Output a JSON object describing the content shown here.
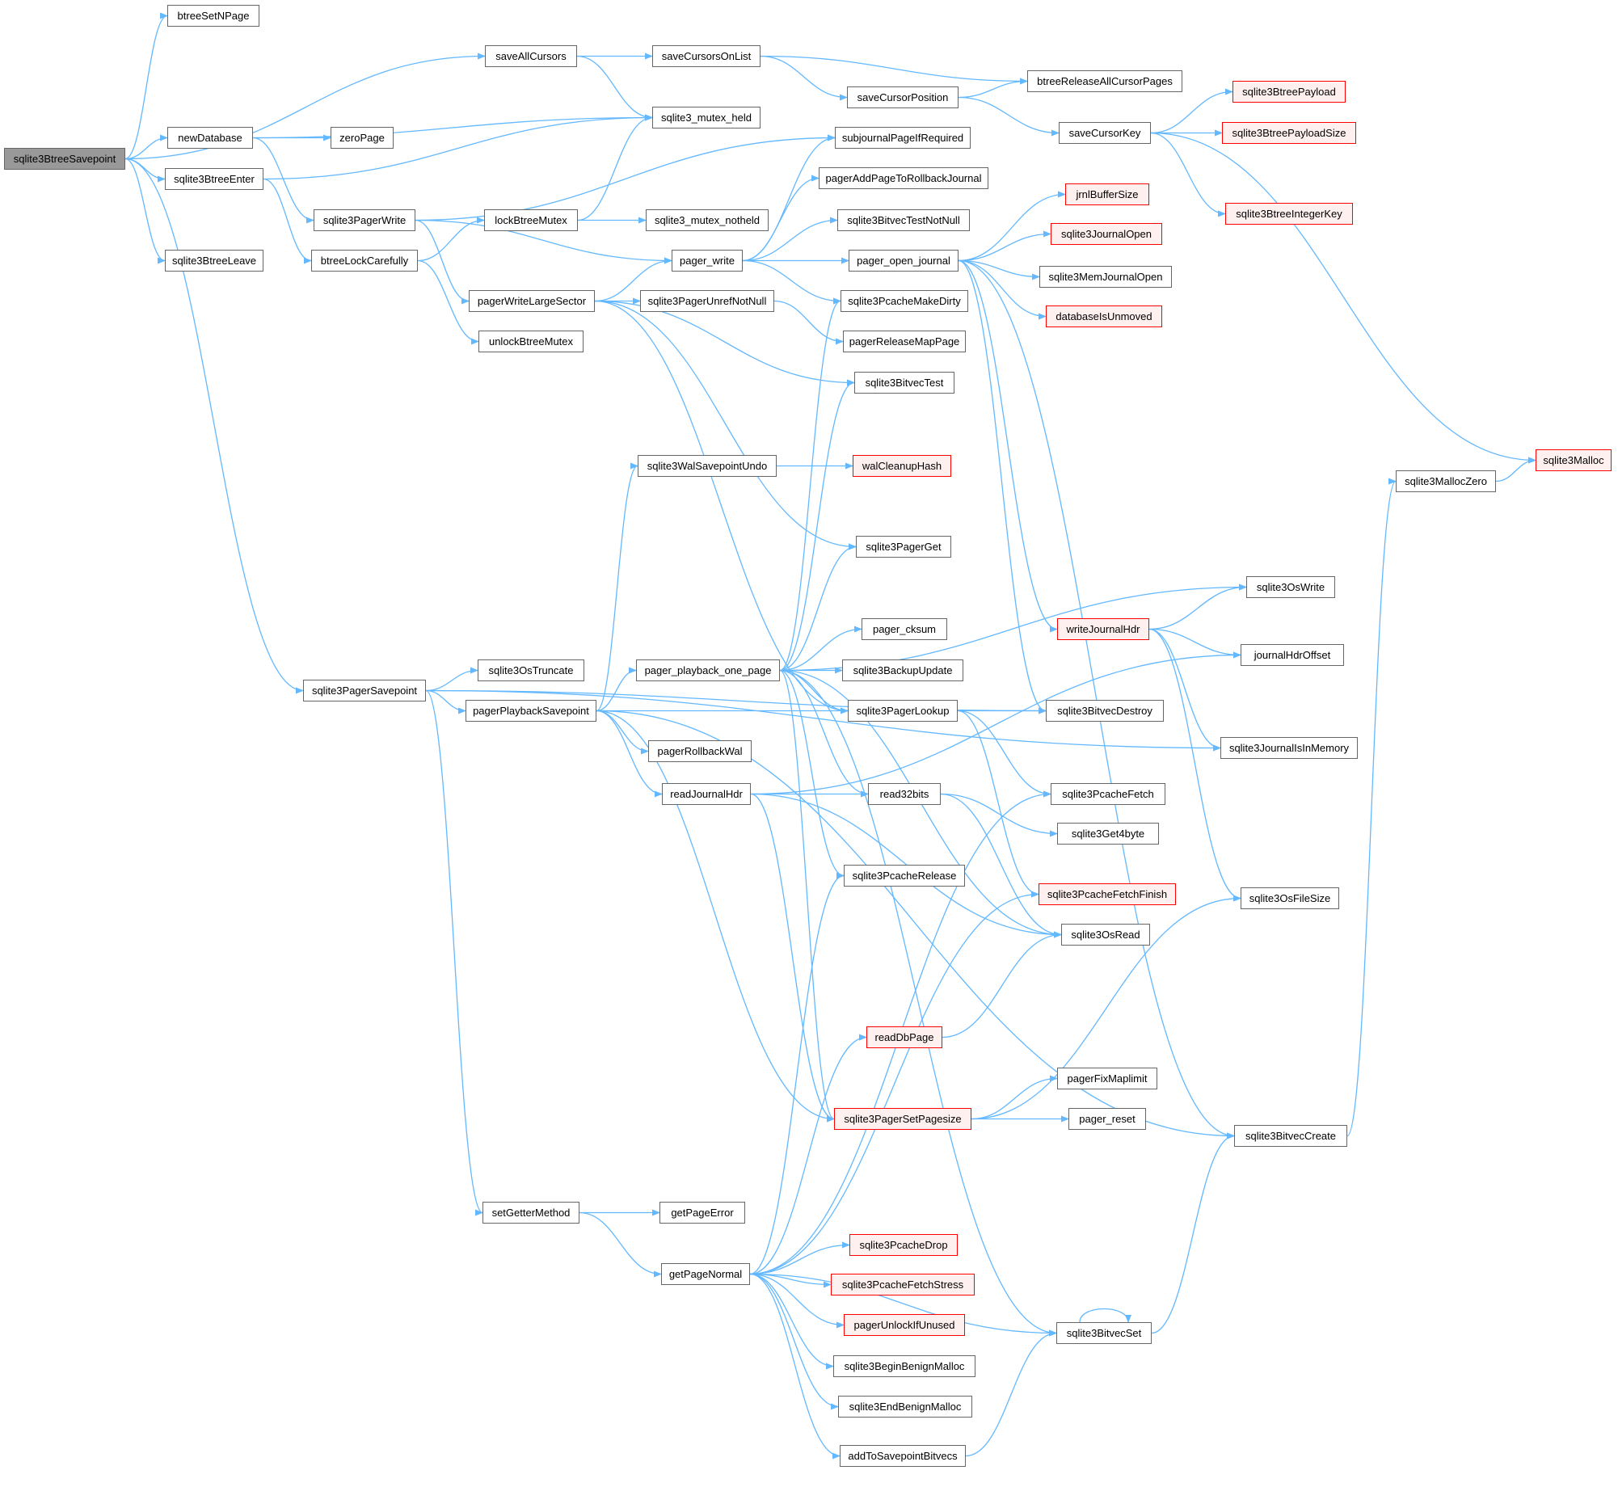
{
  "diagram": {
    "type": "call-graph",
    "colors": {
      "edge": "#63b8ff",
      "node_border": "#666666",
      "red_border": "#ff0000",
      "root_fill": "#999999"
    },
    "nodes": [
      {
        "id": "sqlite3BtreeSavepoint",
        "label": "sqlite3BtreeSavepoint",
        "root": true
      },
      {
        "id": "btreeSetNPage",
        "label": "btreeSetNPage"
      },
      {
        "id": "saveAllCursors",
        "label": "saveAllCursors"
      },
      {
        "id": "newDatabase",
        "label": "newDatabase"
      },
      {
        "id": "sqlite3BtreeEnter",
        "label": "sqlite3BtreeEnter"
      },
      {
        "id": "sqlite3BtreeLeave",
        "label": "sqlite3BtreeLeave"
      },
      {
        "id": "sqlite3PagerSavepoint",
        "label": "sqlite3PagerSavepoint"
      },
      {
        "id": "saveCursorsOnList",
        "label": "saveCursorsOnList"
      },
      {
        "id": "sqlite3_mutex_held",
        "label": "sqlite3_mutex_held"
      },
      {
        "id": "zeroPage",
        "label": "zeroPage"
      },
      {
        "id": "sqlite3PagerWrite",
        "label": "sqlite3PagerWrite"
      },
      {
        "id": "btreeLockCarefully",
        "label": "btreeLockCarefully"
      },
      {
        "id": "lockBtreeMutex",
        "label": "lockBtreeMutex"
      },
      {
        "id": "unlockBtreeMutex",
        "label": "unlockBtreeMutex"
      },
      {
        "id": "pagerWriteLargeSector",
        "label": "pagerWriteLargeSector"
      },
      {
        "id": "sqlite3_mutex_notheld",
        "label": "sqlite3_mutex_notheld"
      },
      {
        "id": "pager_write",
        "label": "pager_write"
      },
      {
        "id": "sqlite3PagerUnrefNotNull",
        "label": "sqlite3PagerUnrefNotNull"
      },
      {
        "id": "btreeReleaseAllCursorPages",
        "label": "btreeReleaseAllCursorPages"
      },
      {
        "id": "saveCursorPosition",
        "label": "saveCursorPosition"
      },
      {
        "id": "saveCursorKey",
        "label": "saveCursorKey"
      },
      {
        "id": "subjournalPageIfRequired",
        "label": "subjournalPageIfRequired"
      },
      {
        "id": "pagerAddPageToRollbackJournal",
        "label": "pagerAddPageToRollbackJournal"
      },
      {
        "id": "sqlite3BitvecTestNotNull",
        "label": "sqlite3BitvecTestNotNull"
      },
      {
        "id": "pager_open_journal",
        "label": "pager_open_journal"
      },
      {
        "id": "sqlite3PcacheMakeDirty",
        "label": "sqlite3PcacheMakeDirty"
      },
      {
        "id": "pagerReleaseMapPage",
        "label": "pagerReleaseMapPage"
      },
      {
        "id": "sqlite3BitvecTest",
        "label": "sqlite3BitvecTest"
      },
      {
        "id": "sqlite3BtreePayload",
        "label": "sqlite3BtreePayload",
        "red": true
      },
      {
        "id": "sqlite3BtreePayloadSize",
        "label": "sqlite3BtreePayloadSize",
        "red": true
      },
      {
        "id": "sqlite3BtreeIntegerKey",
        "label": "sqlite3BtreeIntegerKey",
        "red": true
      },
      {
        "id": "jrnlBufferSize",
        "label": "jrnlBufferSize",
        "red": true
      },
      {
        "id": "sqlite3JournalOpen",
        "label": "sqlite3JournalOpen",
        "red": true
      },
      {
        "id": "sqlite3MemJournalOpen",
        "label": "sqlite3MemJournalOpen"
      },
      {
        "id": "databaseIsUnmoved",
        "label": "databaseIsUnmoved",
        "red": true
      },
      {
        "id": "sqlite3WalSavepointUndo",
        "label": "sqlite3WalSavepointUndo"
      },
      {
        "id": "walCleanupHash",
        "label": "walCleanupHash",
        "red": true
      },
      {
        "id": "sqlite3MallocZero",
        "label": "sqlite3MallocZero"
      },
      {
        "id": "sqlite3Malloc",
        "label": "sqlite3Malloc",
        "red": true
      },
      {
        "id": "sqlite3PagerGet",
        "label": "sqlite3PagerGet"
      },
      {
        "id": "sqlite3OsWrite",
        "label": "sqlite3OsWrite"
      },
      {
        "id": "writeJournalHdr",
        "label": "writeJournalHdr",
        "red": true
      },
      {
        "id": "pager_cksum",
        "label": "pager_cksum"
      },
      {
        "id": "journalHdrOffset",
        "label": "journalHdrOffset"
      },
      {
        "id": "sqlite3OsTruncate",
        "label": "sqlite3OsTruncate"
      },
      {
        "id": "pager_playback_one_page",
        "label": "pager_playback_one_page"
      },
      {
        "id": "sqlite3BackupUpdate",
        "label": "sqlite3BackupUpdate"
      },
      {
        "id": "pagerPlaybackSavepoint",
        "label": "pagerPlaybackSavepoint"
      },
      {
        "id": "sqlite3PagerLookup",
        "label": "sqlite3PagerLookup"
      },
      {
        "id": "sqlite3BitvecDestroy",
        "label": "sqlite3BitvecDestroy"
      },
      {
        "id": "pagerRollbackWal",
        "label": "pagerRollbackWal"
      },
      {
        "id": "sqlite3JournalIsInMemory",
        "label": "sqlite3JournalIsInMemory"
      },
      {
        "id": "readJournalHdr",
        "label": "readJournalHdr"
      },
      {
        "id": "read32bits",
        "label": "read32bits"
      },
      {
        "id": "sqlite3PcacheFetch",
        "label": "sqlite3PcacheFetch"
      },
      {
        "id": "sqlite3Get4byte",
        "label": "sqlite3Get4byte"
      },
      {
        "id": "sqlite3PcacheRelease",
        "label": "sqlite3PcacheRelease"
      },
      {
        "id": "sqlite3PcacheFetchFinish",
        "label": "sqlite3PcacheFetchFinish",
        "red": true
      },
      {
        "id": "sqlite3OsFileSize",
        "label": "sqlite3OsFileSize"
      },
      {
        "id": "sqlite3OsRead",
        "label": "sqlite3OsRead"
      },
      {
        "id": "readDbPage",
        "label": "readDbPage",
        "red": true
      },
      {
        "id": "pagerFixMaplimit",
        "label": "pagerFixMaplimit"
      },
      {
        "id": "sqlite3PagerSetPagesize",
        "label": "sqlite3PagerSetPagesize",
        "red": true
      },
      {
        "id": "pager_reset",
        "label": "pager_reset"
      },
      {
        "id": "sqlite3BitvecCreate",
        "label": "sqlite3BitvecCreate"
      },
      {
        "id": "setGetterMethod",
        "label": "setGetterMethod"
      },
      {
        "id": "getPageError",
        "label": "getPageError"
      },
      {
        "id": "sqlite3PcacheDrop",
        "label": "sqlite3PcacheDrop",
        "red": true
      },
      {
        "id": "getPageNormal",
        "label": "getPageNormal"
      },
      {
        "id": "sqlite3PcacheFetchStress",
        "label": "sqlite3PcacheFetchStress",
        "red": true
      },
      {
        "id": "pagerUnlockIfUnused",
        "label": "pagerUnlockIfUnused",
        "red": true
      },
      {
        "id": "sqlite3BitvecSet",
        "label": "sqlite3BitvecSet"
      },
      {
        "id": "sqlite3BeginBenignMalloc",
        "label": "sqlite3BeginBenignMalloc"
      },
      {
        "id": "sqlite3EndBenignMalloc",
        "label": "sqlite3EndBenignMalloc"
      },
      {
        "id": "addToSavepointBitvecs",
        "label": "addToSavepointBitvecs"
      }
    ],
    "edges": [
      [
        "sqlite3BtreeSavepoint",
        "btreeSetNPage"
      ],
      [
        "sqlite3BtreeSavepoint",
        "saveAllCursors"
      ],
      [
        "sqlite3BtreeSavepoint",
        "newDatabase"
      ],
      [
        "sqlite3BtreeSavepoint",
        "sqlite3BtreeEnter"
      ],
      [
        "sqlite3BtreeSavepoint",
        "sqlite3BtreeLeave"
      ],
      [
        "sqlite3BtreeSavepoint",
        "sqlite3PagerSavepoint"
      ],
      [
        "saveAllCursors",
        "saveCursorsOnList"
      ],
      [
        "saveAllCursors",
        "sqlite3_mutex_held"
      ],
      [
        "newDatabase",
        "sqlite3_mutex_held"
      ],
      [
        "newDatabase",
        "zeroPage"
      ],
      [
        "newDatabase",
        "sqlite3PagerWrite"
      ],
      [
        "sqlite3BtreeEnter",
        "sqlite3_mutex_held"
      ],
      [
        "sqlite3BtreeEnter",
        "btreeLockCarefully"
      ],
      [
        "btreeLockCarefully",
        "lockBtreeMutex"
      ],
      [
        "btreeLockCarefully",
        "unlockBtreeMutex"
      ],
      [
        "lockBtreeMutex",
        "sqlite3_mutex_held"
      ],
      [
        "lockBtreeMutex",
        "sqlite3_mutex_notheld"
      ],
      [
        "sqlite3PagerWrite",
        "subjournalPageIfRequired"
      ],
      [
        "sqlite3PagerWrite",
        "pager_write"
      ],
      [
        "sqlite3PagerWrite",
        "pagerWriteLargeSector"
      ],
      [
        "saveCursorsOnList",
        "btreeReleaseAllCursorPages"
      ],
      [
        "saveCursorsOnList",
        "saveCursorPosition"
      ],
      [
        "saveCursorPosition",
        "btreeReleaseAllCursorPages"
      ],
      [
        "saveCursorPosition",
        "saveCursorKey"
      ],
      [
        "saveCursorKey",
        "sqlite3BtreePayload"
      ],
      [
        "saveCursorKey",
        "sqlite3BtreePayloadSize"
      ],
      [
        "saveCursorKey",
        "sqlite3BtreeIntegerKey"
      ],
      [
        "saveCursorKey",
        "sqlite3Malloc"
      ],
      [
        "pagerWriteLargeSector",
        "pager_write"
      ],
      [
        "pagerWriteLargeSector",
        "sqlite3PagerUnrefNotNull"
      ],
      [
        "pagerWriteLargeSector",
        "sqlite3BitvecTest"
      ],
      [
        "pagerWriteLargeSector",
        "sqlite3PagerGet"
      ],
      [
        "pagerWriteLargeSector",
        "sqlite3PagerLookup"
      ],
      [
        "sqlite3PagerUnrefNotNull",
        "pagerReleaseMapPage"
      ],
      [
        "pager_write",
        "subjournalPageIfRequired"
      ],
      [
        "pager_write",
        "pagerAddPageToRollbackJournal"
      ],
      [
        "pager_write",
        "sqlite3BitvecTestNotNull"
      ],
      [
        "pager_write",
        "pager_open_journal"
      ],
      [
        "pager_write",
        "sqlite3PcacheMakeDirty"
      ],
      [
        "pager_open_journal",
        "jrnlBufferSize"
      ],
      [
        "pager_open_journal",
        "sqlite3JournalOpen"
      ],
      [
        "pager_open_journal",
        "sqlite3MemJournalOpen"
      ],
      [
        "pager_open_journal",
        "databaseIsUnmoved"
      ],
      [
        "pager_open_journal",
        "writeJournalHdr"
      ],
      [
        "pager_open_journal",
        "sqlite3BitvecDestroy"
      ],
      [
        "pager_open_journal",
        "sqlite3BitvecCreate"
      ],
      [
        "writeJournalHdr",
        "sqlite3OsWrite"
      ],
      [
        "writeJournalHdr",
        "journalHdrOffset"
      ],
      [
        "writeJournalHdr",
        "sqlite3JournalIsInMemory"
      ],
      [
        "writeJournalHdr",
        "sqlite3OsFileSize"
      ],
      [
        "sqlite3MallocZero",
        "sqlite3Malloc"
      ],
      [
        "sqlite3BitvecCreate",
        "sqlite3MallocZero"
      ],
      [
        "sqlite3PagerSavepoint",
        "sqlite3OsTruncate"
      ],
      [
        "sqlite3PagerSavepoint",
        "pagerPlaybackSavepoint"
      ],
      [
        "sqlite3PagerSavepoint",
        "sqlite3BitvecDestroy"
      ],
      [
        "sqlite3PagerSavepoint",
        "sqlite3JournalIsInMemory"
      ],
      [
        "sqlite3PagerSavepoint",
        "setGetterMethod"
      ],
      [
        "pagerPlaybackSavepoint",
        "pager_playback_one_page"
      ],
      [
        "pagerPlaybackSavepoint",
        "sqlite3WalSavepointUndo"
      ],
      [
        "pagerPlaybackSavepoint",
        "sqlite3BitvecDestroy"
      ],
      [
        "pagerPlaybackSavepoint",
        "pagerRollbackWal"
      ],
      [
        "pagerPlaybackSavepoint",
        "readJournalHdr"
      ],
      [
        "pagerPlaybackSavepoint",
        "sqlite3BitvecCreate"
      ],
      [
        "pagerPlaybackSavepoint",
        "sqlite3PagerSetPagesize"
      ],
      [
        "sqlite3WalSavepointUndo",
        "walCleanupHash"
      ],
      [
        "pager_playback_one_page",
        "sqlite3PagerGet"
      ],
      [
        "pager_playback_one_page",
        "sqlite3OsWrite"
      ],
      [
        "pager_playback_one_page",
        "pager_cksum"
      ],
      [
        "pager_playback_one_page",
        "sqlite3BackupUpdate"
      ],
      [
        "pager_playback_one_page",
        "sqlite3PagerLookup"
      ],
      [
        "pager_playback_one_page",
        "read32bits"
      ],
      [
        "pager_playback_one_page",
        "sqlite3PcacheRelease"
      ],
      [
        "pager_playback_one_page",
        "sqlite3OsRead"
      ],
      [
        "pager_playback_one_page",
        "sqlite3PcacheMakeDirty"
      ],
      [
        "pager_playback_one_page",
        "sqlite3BitvecTest"
      ],
      [
        "pager_playback_one_page",
        "sqlite3BitvecSet"
      ],
      [
        "pager_playback_one_page",
        "sqlite3PagerSetPagesize"
      ],
      [
        "readJournalHdr",
        "journalHdrOffset"
      ],
      [
        "readJournalHdr",
        "read32bits"
      ],
      [
        "readJournalHdr",
        "sqlite3OsRead"
      ],
      [
        "readJournalHdr",
        "sqlite3PagerSetPagesize"
      ],
      [
        "read32bits",
        "sqlite3Get4byte"
      ],
      [
        "read32bits",
        "sqlite3OsRead"
      ],
      [
        "sqlite3PagerLookup",
        "sqlite3PcacheFetch"
      ],
      [
        "sqlite3PagerLookup",
        "sqlite3PcacheFetchFinish"
      ],
      [
        "readDbPage",
        "sqlite3OsRead"
      ],
      [
        "sqlite3PagerSetPagesize",
        "pagerFixMaplimit"
      ],
      [
        "sqlite3PagerSetPagesize",
        "pager_reset"
      ],
      [
        "sqlite3PagerSetPagesize",
        "sqlite3OsFileSize"
      ],
      [
        "setGetterMethod",
        "getPageError"
      ],
      [
        "setGetterMethod",
        "getPageNormal"
      ],
      [
        "getPageNormal",
        "sqlite3PcacheDrop"
      ],
      [
        "getPageNormal",
        "sqlite3PcacheFetchStress"
      ],
      [
        "getPageNormal",
        "pagerUnlockIfUnused"
      ],
      [
        "getPageNormal",
        "sqlite3BeginBenignMalloc"
      ],
      [
        "getPageNormal",
        "sqlite3EndBenignMalloc"
      ],
      [
        "getPageNormal",
        "addToSavepointBitvecs"
      ],
      [
        "getPageNormal",
        "sqlite3BitvecSet"
      ],
      [
        "getPageNormal",
        "readDbPage"
      ],
      [
        "getPageNormal",
        "sqlite3PcacheFetch"
      ],
      [
        "getPageNormal",
        "sqlite3PcacheFetchFinish"
      ],
      [
        "getPageNormal",
        "sqlite3PcacheRelease"
      ],
      [
        "addToSavepointBitvecs",
        "sqlite3BitvecSet"
      ],
      [
        "sqlite3BitvecSet",
        "sqlite3BitvecSet"
      ],
      [
        "sqlite3BitvecSet",
        "sqlite3BitvecCreate"
      ]
    ]
  }
}
